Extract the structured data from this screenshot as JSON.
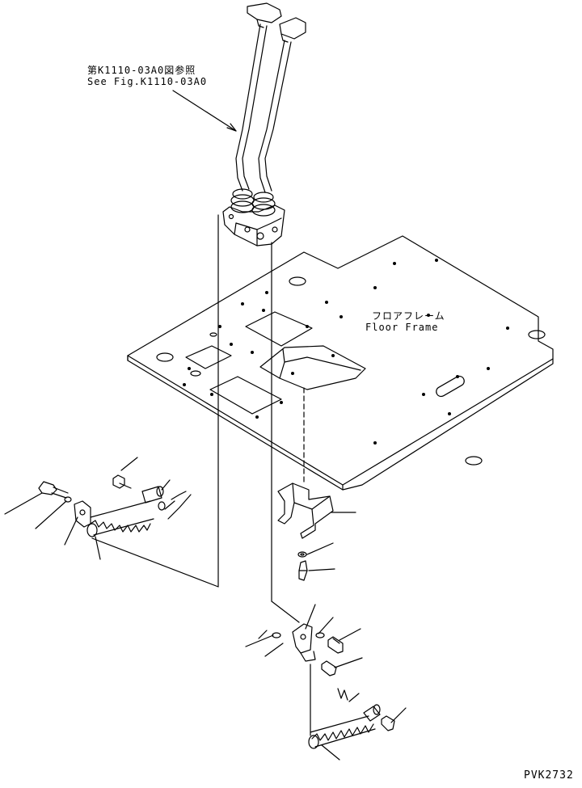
{
  "references": {
    "jp": "第K1110-03A0図参照",
    "en": "See Fig.K1110-03A0"
  },
  "floor_frame": {
    "jp": "フロアフレーム",
    "en": "Floor Frame"
  },
  "drawing_code": "PVK2732"
}
